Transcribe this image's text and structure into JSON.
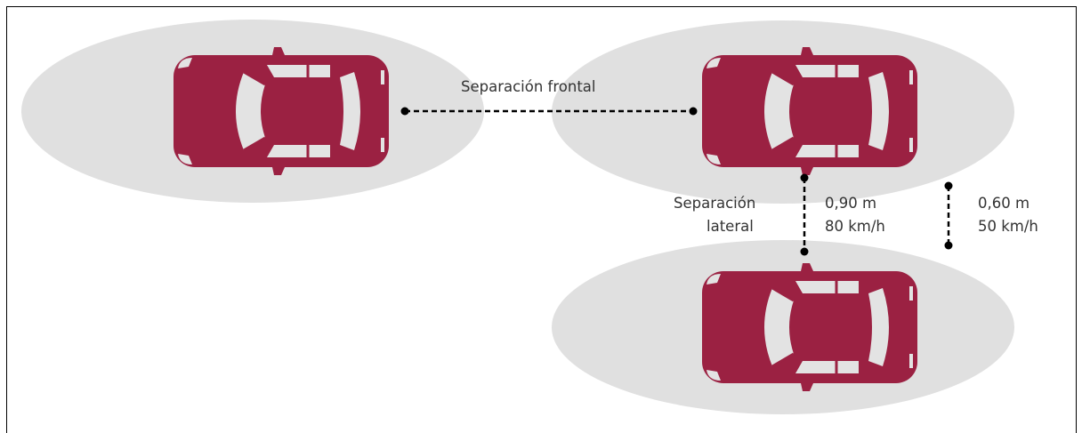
{
  "labels": {
    "front_gap": "Separación frontal",
    "lateral_gap_line1": "Separación",
    "lateral_gap_line2": "lateral",
    "spec_a_distance": "0,90 m",
    "spec_a_speed": "80 km/h",
    "spec_b_distance": "0,60 m",
    "spec_b_speed": "50 km/h"
  },
  "colors": {
    "car_body": "#9b2142",
    "car_glass": "#e3e3e3",
    "safety_zone": "#e0e0e0",
    "dashed_line": "#000000"
  }
}
